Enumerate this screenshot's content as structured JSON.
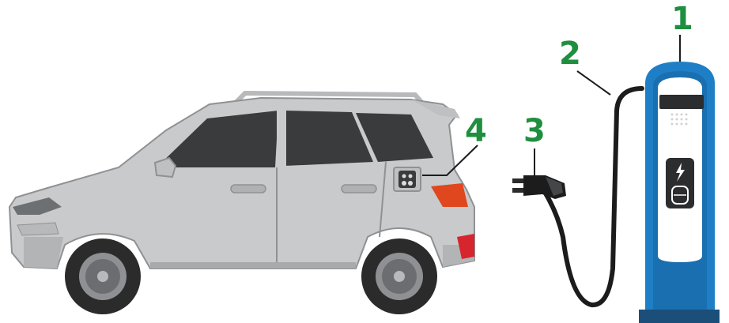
{
  "colors": {
    "callout_green": "#1f8f3f",
    "car_body": "#c9cacb",
    "car_shadow": "#a9aaac",
    "window": "#3a3b3d",
    "tyre": "#2b2b2b",
    "rim": "#8e9093",
    "tail_light": "#e0471e",
    "charger_blue": "#1f7fc6",
    "charger_face": "#ffffff",
    "charger_dark": "#2b2d2f",
    "cable": "#1c1c1c"
  },
  "icons": {
    "car": "electric-car-icon",
    "charging_station": "charging-station-icon",
    "connector": "charging-connector-icon",
    "inlet": "charging-inlet-icon",
    "bolt": "lightning-bolt-icon"
  },
  "callouts": [
    {
      "label": "1",
      "target": "charging-station"
    },
    {
      "label": "2",
      "target": "charging-cable"
    },
    {
      "label": "3",
      "target": "charging-connector"
    },
    {
      "label": "4",
      "target": "car-charging-inlet"
    }
  ]
}
